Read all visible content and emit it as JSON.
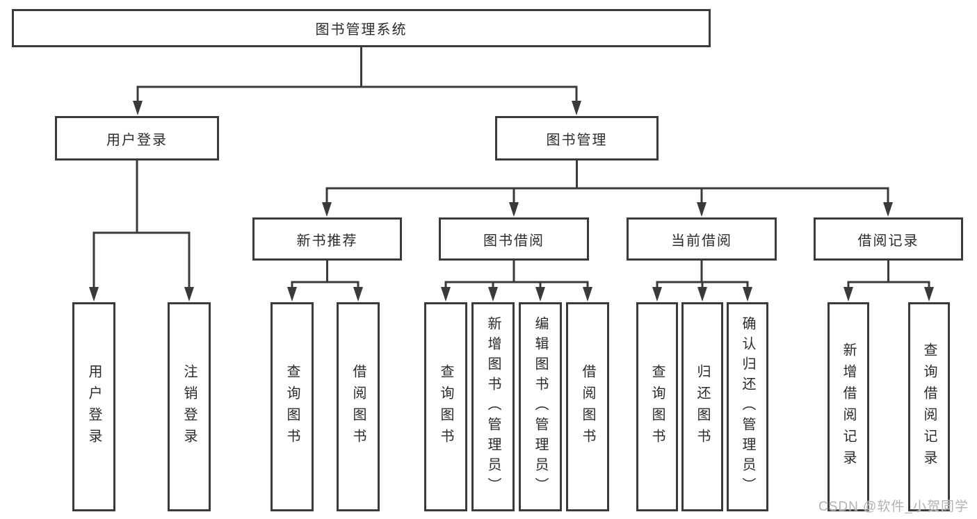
{
  "colors": {
    "background": "#ffffff",
    "line": "#3a3a3a",
    "text": "#2b2b2b",
    "watermark": "#b2b2b2"
  },
  "watermark": {
    "text": "CSDN @软件_小贺同学"
  },
  "tree": {
    "root": {
      "label": "图书管理系统",
      "children": [
        {
          "label": "用户登录",
          "children": [
            {
              "label": "用户登录"
            },
            {
              "label": "注销登录"
            }
          ]
        },
        {
          "label": "图书管理",
          "children": [
            {
              "label": "新书推荐",
              "children": [
                {
                  "label": "查询图书"
                },
                {
                  "label": "借阅图书"
                }
              ]
            },
            {
              "label": "图书借阅",
              "children": [
                {
                  "label": "查询图书"
                },
                {
                  "label": "新增图书（管理员）"
                },
                {
                  "label": "编辑图书（管理员）"
                },
                {
                  "label": "借阅图书"
                }
              ]
            },
            {
              "label": "当前借阅",
              "children": [
                {
                  "label": "查询图书"
                },
                {
                  "label": "归还图书"
                },
                {
                  "label": "确认归还（管理员）"
                }
              ]
            },
            {
              "label": "借阅记录",
              "children": [
                {
                  "label": "新增借阅记录"
                },
                {
                  "label": "查询借阅记录"
                }
              ]
            }
          ]
        }
      ]
    }
  }
}
